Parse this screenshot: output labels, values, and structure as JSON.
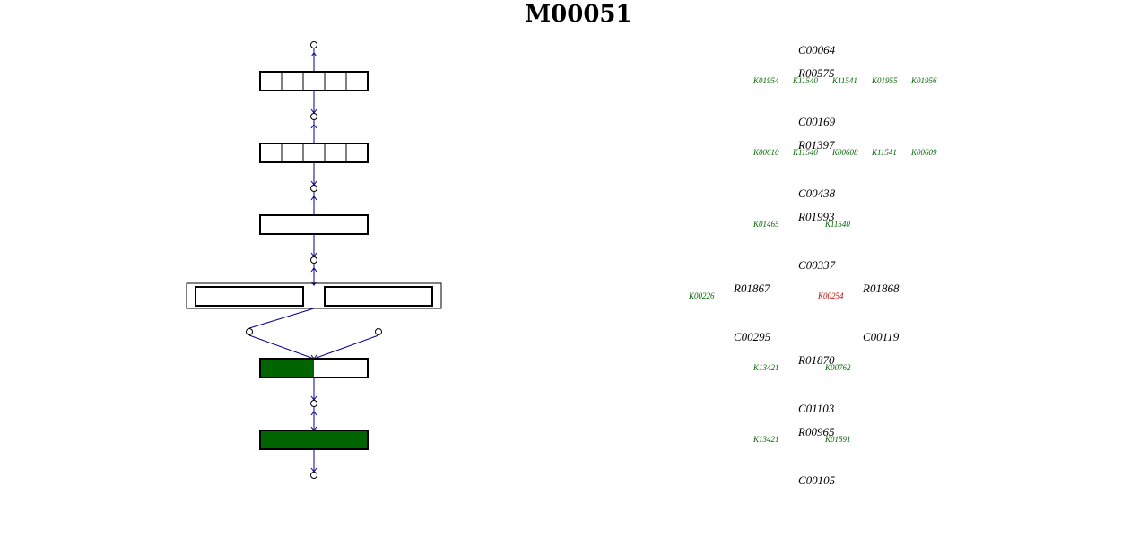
{
  "title": "M00051",
  "colors": {
    "edge": "#00008b",
    "present": "#006400",
    "ko_present": "#006400",
    "ko_missing": "#cc0000",
    "outline": "#000000"
  },
  "compounds": [
    "C00064",
    "C00169",
    "C00438",
    "C00337",
    "C00295",
    "C00119",
    "C01103",
    "C00105"
  ],
  "reactions": [
    "R00575",
    "R01397",
    "R01993",
    "R01867",
    "R01868",
    "R01870",
    "R00965"
  ],
  "orthologs": [
    {
      "id": "K01954",
      "status": "present"
    },
    {
      "id": "K11540",
      "status": "present"
    },
    {
      "id": "K11541",
      "status": "present"
    },
    {
      "id": "K01955",
      "status": "present"
    },
    {
      "id": "K01956",
      "status": "present"
    },
    {
      "id": "K00610",
      "status": "present"
    },
    {
      "id": "K11540",
      "status": "present"
    },
    {
      "id": "K00608",
      "status": "present"
    },
    {
      "id": "K11541",
      "status": "present"
    },
    {
      "id": "K00609",
      "status": "present"
    },
    {
      "id": "K01465",
      "status": "present"
    },
    {
      "id": "K11540",
      "status": "present"
    },
    {
      "id": "K00226",
      "status": "present"
    },
    {
      "id": "K00254",
      "status": "missing"
    },
    {
      "id": "K13421",
      "status": "present"
    },
    {
      "id": "K00762",
      "status": "present"
    },
    {
      "id": "K13421",
      "status": "present"
    },
    {
      "id": "K01591",
      "status": "present"
    }
  ],
  "steps": [
    {
      "reaction": 0,
      "boxes": [
        {
          "segments": 5,
          "filled": [
            0,
            0,
            0,
            0,
            0
          ]
        }
      ],
      "kos": [
        0,
        1,
        2,
        3,
        4
      ]
    },
    {
      "reaction": 1,
      "boxes": [
        {
          "segments": 5,
          "filled": [
            0,
            0,
            0,
            0,
            0
          ]
        }
      ],
      "kos": [
        5,
        6,
        7,
        8,
        9
      ]
    },
    {
      "reaction": 2,
      "boxes": [
        {
          "segments": 2,
          "filled": [
            0,
            0
          ],
          "divider": false
        }
      ],
      "kos": [
        10,
        11
      ]
    },
    {
      "reaction": [
        3,
        4
      ],
      "boxes": [
        {
          "segments": 1,
          "filled": [
            0
          ]
        },
        {
          "segments": 1,
          "filled": [
            0
          ]
        }
      ],
      "kos": [
        12,
        13
      ]
    },
    {
      "reaction": 5,
      "boxes": [
        {
          "segments": 2,
          "filled": [
            1,
            0
          ]
        }
      ],
      "kos": [
        14,
        15
      ]
    },
    {
      "reaction": 6,
      "boxes": [
        {
          "segments": 2,
          "filled": [
            1,
            1
          ]
        }
      ],
      "kos": [
        16,
        17
      ]
    }
  ]
}
